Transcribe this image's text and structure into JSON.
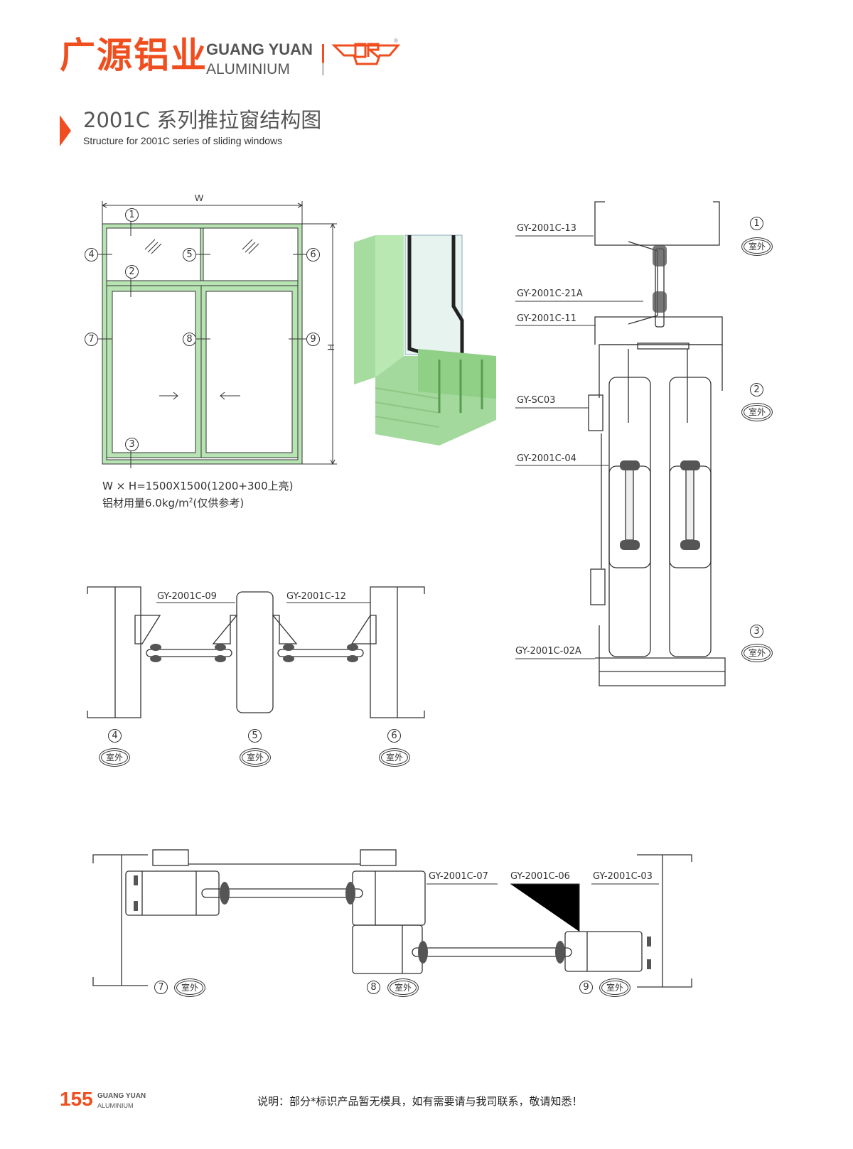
{
  "header": {
    "brand_cn": "广源铝业",
    "brand_en_line1": "GUANG YUAN",
    "brand_en_line2": "ALUMINIUM",
    "logo_mark": "CR",
    "registered": "®",
    "accent_color": "#f04e1f"
  },
  "title": {
    "cn": "2001C 系列推拉窗结构图",
    "en": "Structure for 2001C series of sliding windows"
  },
  "elevation": {
    "width_label": "W",
    "height_label": "H",
    "markers": [
      "1",
      "2",
      "3",
      "4",
      "5",
      "6",
      "7",
      "8",
      "9"
    ],
    "spec_line1": "W × H=1500X1500(1200+300上亮)",
    "spec_line2_prefix": "铝材用量6.0kg/m",
    "spec_line2_sup": "2",
    "spec_line2_suffix": "(仅供参考)",
    "frame_color": "#b8e4b4"
  },
  "vertical_section": {
    "parts": [
      "GY-2001C-13",
      "GY-2001C-21A",
      "GY-2001C-11",
      "GY-SC03",
      "GY-2001C-04",
      "GY-2001C-02A"
    ],
    "markers": [
      "1",
      "2",
      "3"
    ],
    "outside_label": "室外"
  },
  "transom_section": {
    "parts": [
      "GY-2001C-09",
      "GY-2001C-12"
    ],
    "markers": [
      "4",
      "5",
      "6"
    ],
    "outside_label": "室外"
  },
  "sash_section": {
    "parts": [
      "GY-2001C-07",
      "GY-2001C-06",
      "GY-2001C-03"
    ],
    "markers": [
      "7",
      "8",
      "9"
    ],
    "outside_label": "室外"
  },
  "footer": {
    "page_number": "155",
    "brand_en_line1": "GUANG YUAN",
    "brand_en_line2": "ALUMINIUM",
    "note": "说明：部分*标识产品暂无模具，如有需要请与我司联系，敬请知悉！"
  }
}
